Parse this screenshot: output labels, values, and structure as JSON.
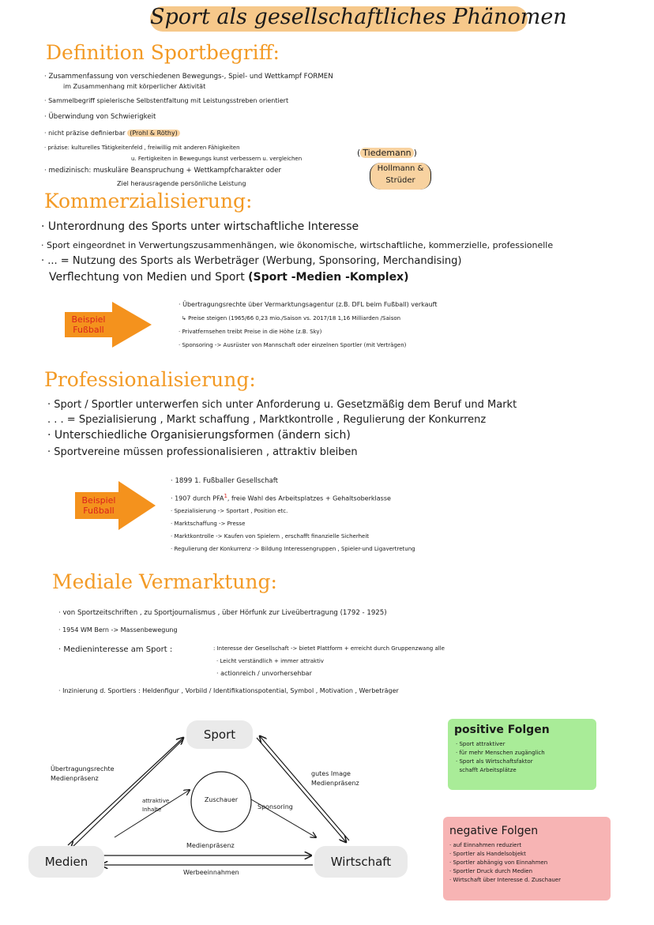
{
  "title": "Sport als gesellschaftliches Phänomen",
  "def": {
    "heading": "Definition Sportbegriff:",
    "l1a": "Zusammenfassung von verschiedenen Bewegungs-, Spiel- und Wettkampf FORMEN",
    "l1b": "im Zusammenhang mit körperlicher Aktivität",
    "l2": "Sammelbegriff spielerische Selbstentfaltung mit Leistungsstreben orientiert",
    "l3": "Überwindung von Schwierigkeit",
    "l4": "nicht präzise definierbar",
    "l4_ref": "(Prohl & Röthy)",
    "l5a": "präzise: kulturelles Tätigkeitenfeld , freiwillig mit anderen Fähigkeiten",
    "l5b": "u. Fertigkeiten in Bewegungs kunst verbessern u. vergleichen",
    "l5_ref": "Tiedemann",
    "l6a": "medizinisch: muskuläre Beanspruchung + Wettkampfcharakter oder",
    "l6b": "Ziel herausragende persönliche Leistung",
    "l6_ref1": "Hollmann &",
    "l6_ref2": "Strüder"
  },
  "komm": {
    "heading": "Kommerzialisierung:",
    "l1": "Unterordnung des Sports unter wirtschaftliche Interesse",
    "l2": "Sport eingeordnet in Verwertungszusammenhängen, wie ökonomische, wirtschaftliche, kommerzielle, professionelle",
    "l3": "... = Nutzung des Sports als Werbeträger (Werbung, Sponsoring, Merchandising)",
    "l4": "Verflechtung von Medien und Sport",
    "l4_bold": "(Sport -Medien -Komplex)",
    "arrow1": "Beispiel",
    "arrow2": "Fußball",
    "e1": "Übertragungsrechte über Vermarktungsagentur (z.B. DFL beim Fußball) verkauft",
    "e2": "↳ Preise steigen (1965/66 0,23 mio./Saison vs. 2017/18 1,16 Milliarden /Saison",
    "e3": "Privatfernsehen treibt Preise in die Höhe (z.B. Sky)",
    "e4": "Sponsoring -> Ausrüster von Mannschaft oder einzelnen Sportler (mit Verträgen)"
  },
  "prof": {
    "heading": "Professionalisierung:",
    "l1": "Sport / Sportler unterwerfen sich unter Anforderung u. Gesetzmäßig dem Beruf und Markt",
    "l2": ". . . = Spezialisierung , Markt schaffung , Marktkontrolle , Regulierung der Konkurrenz",
    "l3": "Unterschiedliche Organisierungsformen (ändern sich)",
    "l4": "Sportvereine müssen professionalisieren , attraktiv bleiben",
    "arrow1": "Beispiel",
    "arrow2": "Fußball",
    "e1": "1899 1. Fußballer Gesellschaft",
    "e2a": "1907 durch PFA",
    "e2sup": "1",
    "e2b": ", freie Wahl des Arbeitsplatzes + Gehaltsoberklasse",
    "e3": "Spezialisierung -> Sportart , Position etc.",
    "e4": "Marktschaffung -> Presse",
    "e5": "Marktkontrolle -> Kaufen von Spielern , erschafft finanzielle Sicherheit",
    "e6": "Regulierung der Konkurrenz -> Bildung Interessengruppen , Spieler-und Ligavertretung"
  },
  "med": {
    "heading": "Mediale Vermarktung:",
    "l1": "von Sportzeitschriften , zu Sportjournalismus , über Hörfunk zur Liveübertragung (1792 - 1925)",
    "l2": "1954 WM Bern -> Massenbewegung",
    "l3": "Medieninteresse am Sport :",
    "l3a": "Interesse der Gesellschaft -> bietet Plattform + erreicht durch Gruppenzwang alle",
    "l3b": "Leicht verständlich + immer attraktiv",
    "l3c": "actionreich / unvorhersehbar",
    "l4": "Inzinierung d. Sportlers : Heldenfigur , Vorbild / Identifikationspotential, Symbol , Motivation , Werbeträger"
  },
  "diagram": {
    "sport": "Sport",
    "medien": "Medien",
    "wirtschaft": "Wirtschaft",
    "zuschauer": "Zuschauer",
    "left1": "Übertragungsrechte",
    "left2": "Medienpräsenz",
    "right1": "gutes Image",
    "right2": "Medienpräsenz",
    "inner_left1": "attraktive",
    "inner_left2": "Inhalte",
    "inner_right": "Sponsoring",
    "bottom_top": "Medienpräsenz",
    "bottom_bottom": "Werbeeinnahmen"
  },
  "positive": {
    "title": "positive Folgen",
    "items": [
      "Sport attraktiver",
      "für mehr Menschen zugänglich",
      "Sport als Wirtschaftsfaktor",
      "schafft Arbeitsplätze"
    ]
  },
  "negative": {
    "title": "negative Folgen",
    "items": [
      "auf Einnahmen reduziert",
      "Sportler als Handelsobjekt",
      "Sportler abhängig von Einnahmen",
      "Sportler Druck durch Medien",
      "Wirtschaft über Interesse d. Zuschauer"
    ]
  }
}
